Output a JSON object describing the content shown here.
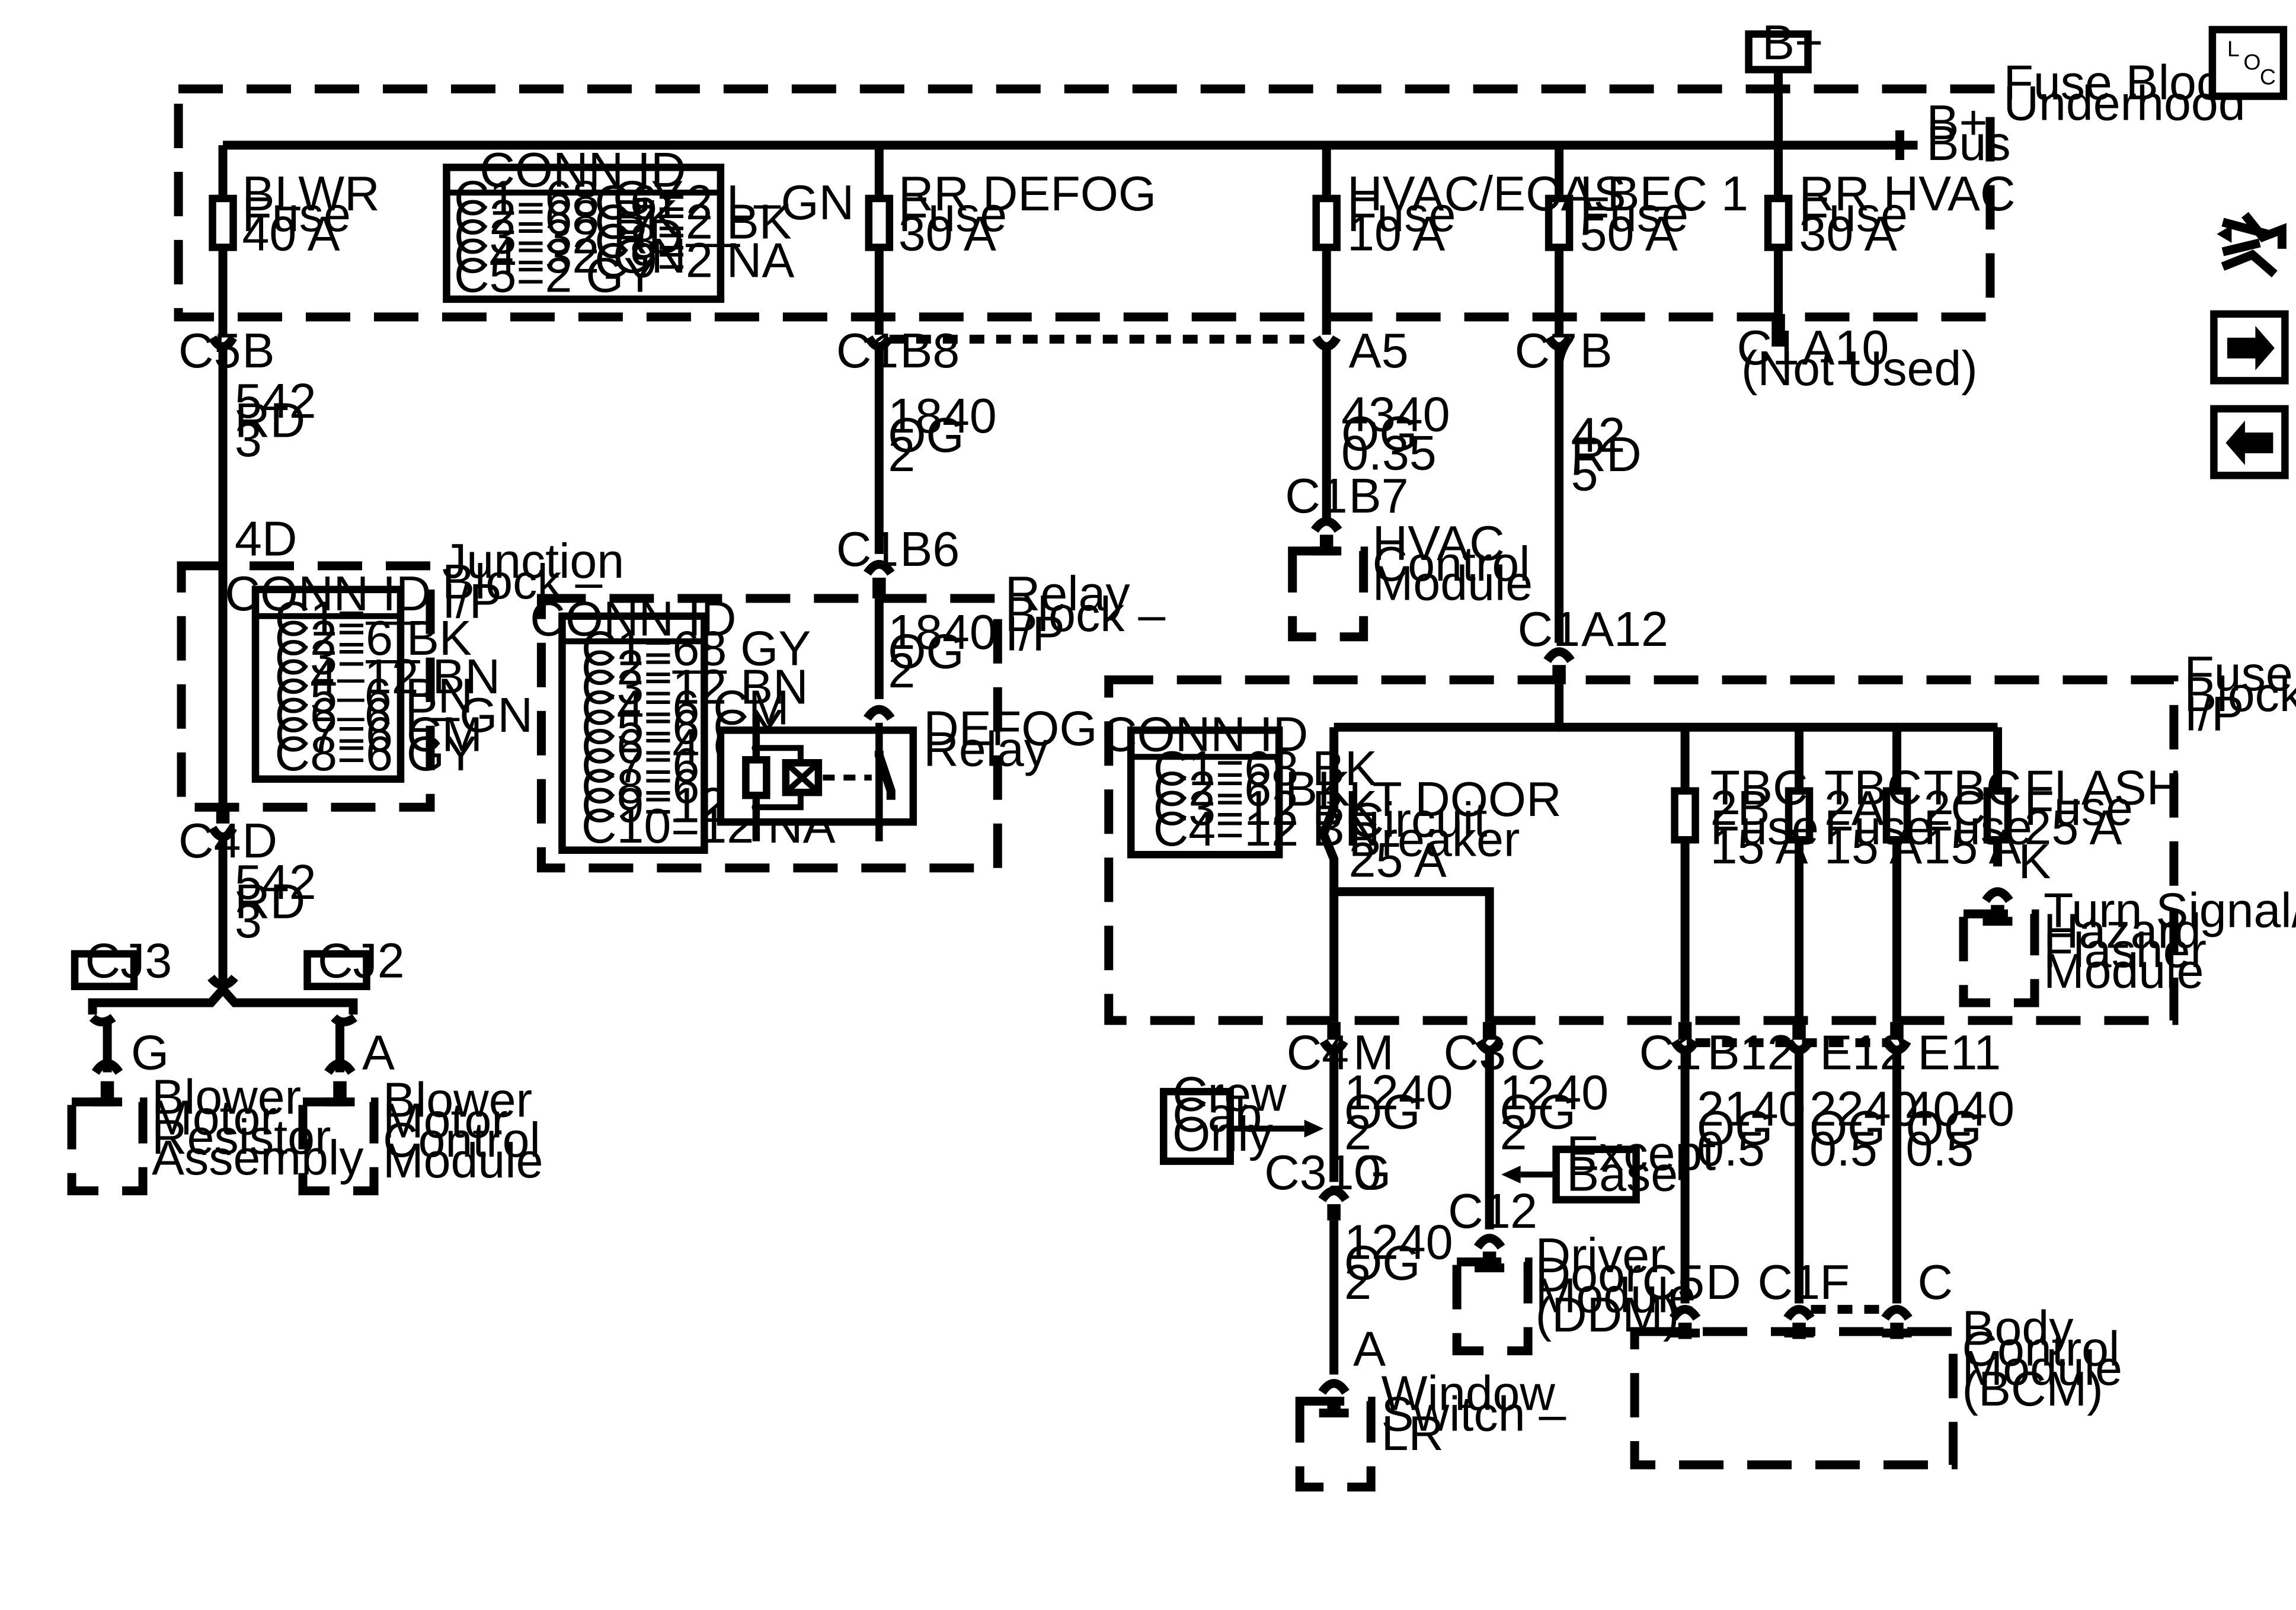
{
  "supply": {
    "bplus": "B+",
    "bus": [
      "B+",
      "Bus"
    ],
    "not_used": [
      "C1",
      "A10",
      "(Not Used)"
    ]
  },
  "blocks": {
    "underhood": [
      "Fuse Block –",
      "Underhood"
    ],
    "junction_ip": [
      "Junction",
      "Block –",
      "I/P"
    ],
    "relay_ip": [
      "Relay",
      "Block –",
      "I/P"
    ],
    "fuse_ip": [
      "Fuse",
      "Block –",
      "I/P"
    ]
  },
  "fuses_underhood": [
    {
      "name": "BLWR",
      "type": "Fuse",
      "rating": "40 A"
    },
    {
      "name": "RR DEFOG",
      "type": "Fuse",
      "rating": "30 A"
    },
    {
      "name": "HVAC/ECAS",
      "type": "Fuse",
      "rating": "10 A"
    },
    {
      "name": "LBEC 1",
      "type": "Fuse",
      "rating": "50 A"
    },
    {
      "name": "RR HVAC",
      "type": "Fuse",
      "rating": "30 A"
    }
  ],
  "fuses_ip": [
    {
      "name": "TBC",
      "sub": "2B",
      "type": "Fuse",
      "rating": "15 A"
    },
    {
      "name": "TBC",
      "sub": "2A",
      "type": "Fuse",
      "rating": "15 A"
    },
    {
      "name": "TBC",
      "sub": "2C",
      "type": "Fuse",
      "rating": "15 A"
    },
    {
      "name": "FLASH",
      "type": "Fuse",
      "rating": "25 A"
    }
  ],
  "breaker": [
    "LT DOOR",
    "Circuit",
    "Breaker",
    "25 A"
  ],
  "conn_tables": {
    "underhood": {
      "title": "CONN ID",
      "left": [
        "C1=68 GY",
        "C2=68 BK",
        "C3=32 RD",
        "C4=32 GN",
        "C5=2 GY"
      ],
      "right": [
        "C6=2 L–GN",
        "C7=2 BK",
        "C8=––",
        "C9=2 NA"
      ]
    },
    "junction": {
      "title": "CONN ID",
      "rows": [
        "C1=––",
        "C2=6 BK",
        "C3=––",
        "C4–12 BN",
        "C5–6 BN",
        "C6–6 L–GN",
        "C7=6 CM",
        "C8=6 GY"
      ]
    },
    "relay": {
      "title": "CONN ID",
      "rows": [
        "C1=68 GY",
        "C2=––",
        "C3=12 BN",
        "C4=6 CM",
        "C5=6 GY",
        "C6=4 CM",
        "C7=6 BN",
        "C8=6 BK",
        "C9=12 BK",
        "C10=12 NA"
      ]
    },
    "fuse_ip": {
      "title": "CONN ID",
      "rows": [
        "C1=68 BK",
        "C2=6 BK",
        "C3=12 BK",
        "C4=12 BN"
      ]
    }
  },
  "connectors": [
    {
      "c": "C5",
      "pin": "B"
    },
    {
      "c": "C1",
      "pin": "B8"
    },
    {
      "c": "",
      "pin": "A5"
    },
    {
      "c": "C7",
      "pin": "B"
    },
    {
      "c": "",
      "pin": "4D"
    },
    {
      "c": "C4",
      "pin": "D"
    },
    {
      "c": "C1",
      "pin": "B6"
    },
    {
      "c": "C1",
      "pin": "B7"
    },
    {
      "c": "C1",
      "pin": "A12"
    },
    {
      "c": "",
      "pin": "G"
    },
    {
      "c": "",
      "pin": "A"
    },
    {
      "c": "",
      "pin": "K"
    },
    {
      "c": "C4",
      "pin": "M"
    },
    {
      "c": "C3",
      "pin": "C"
    },
    {
      "c": "C1",
      "pin": "B12"
    },
    {
      "c": "",
      "pin": "E12"
    },
    {
      "c": "",
      "pin": "E11"
    },
    {
      "c": "C310",
      "pin": "G"
    },
    {
      "c": "C1",
      "pin": "2"
    },
    {
      "c": "",
      "pin": "A"
    },
    {
      "c": "C5",
      "pin": "D"
    },
    {
      "c": "C1",
      "pin": "F"
    },
    {
      "c": "",
      "pin": "C"
    }
  ],
  "wires": [
    {
      "circuit": "542",
      "color": "RD",
      "gauge": "3"
    },
    {
      "circuit": "1840",
      "color": "OG",
      "gauge": "2"
    },
    {
      "circuit": "4340",
      "color": "OG",
      "gauge": "0.35"
    },
    {
      "circuit": "42",
      "color": "RD",
      "gauge": "5"
    },
    {
      "circuit": "542",
      "color": "RD",
      "gauge": "3"
    },
    {
      "circuit": "1840",
      "color": "OG",
      "gauge": "2"
    },
    {
      "circuit": "1240",
      "color": "OG",
      "gauge": "2"
    },
    {
      "circuit": "1240",
      "color": "OG",
      "gauge": "2"
    },
    {
      "circuit": "2140",
      "color": "OG",
      "gauge": "0.5"
    },
    {
      "circuit": "2240",
      "color": "OG",
      "gauge": "0.5"
    },
    {
      "circuit": "4040",
      "color": "OG",
      "gauge": "0.5"
    },
    {
      "circuit": "1240",
      "color": "OG",
      "gauge": "2"
    }
  ],
  "splices": {
    "cj3": "CJ3",
    "cj2": "CJ2"
  },
  "relay": [
    "DEFOG",
    "Relay"
  ],
  "components": {
    "hvac": [
      "HVAC",
      "Control",
      "Module"
    ],
    "blower_res": [
      "Blower",
      "Motor",
      "Resistor",
      "Assembly"
    ],
    "blower_ctrl": [
      "Blower",
      "Motor",
      "Control",
      "Module"
    ],
    "turn_signal": [
      "Turn Signal/",
      "Hazard",
      "Flasher",
      "Module"
    ],
    "window": [
      "Window",
      "Switch –",
      "LR"
    ],
    "ddm": [
      "Driver",
      "Door",
      "Module",
      "(DDM)"
    ],
    "bcm": [
      "Body",
      "Control",
      "Module",
      "(BCM)"
    ]
  },
  "options": {
    "crew_cab": [
      "Crew",
      "Cab",
      "Only"
    ],
    "except_base": [
      "Except",
      "Base"
    ]
  },
  "loc": [
    "L",
    "O",
    "C"
  ]
}
